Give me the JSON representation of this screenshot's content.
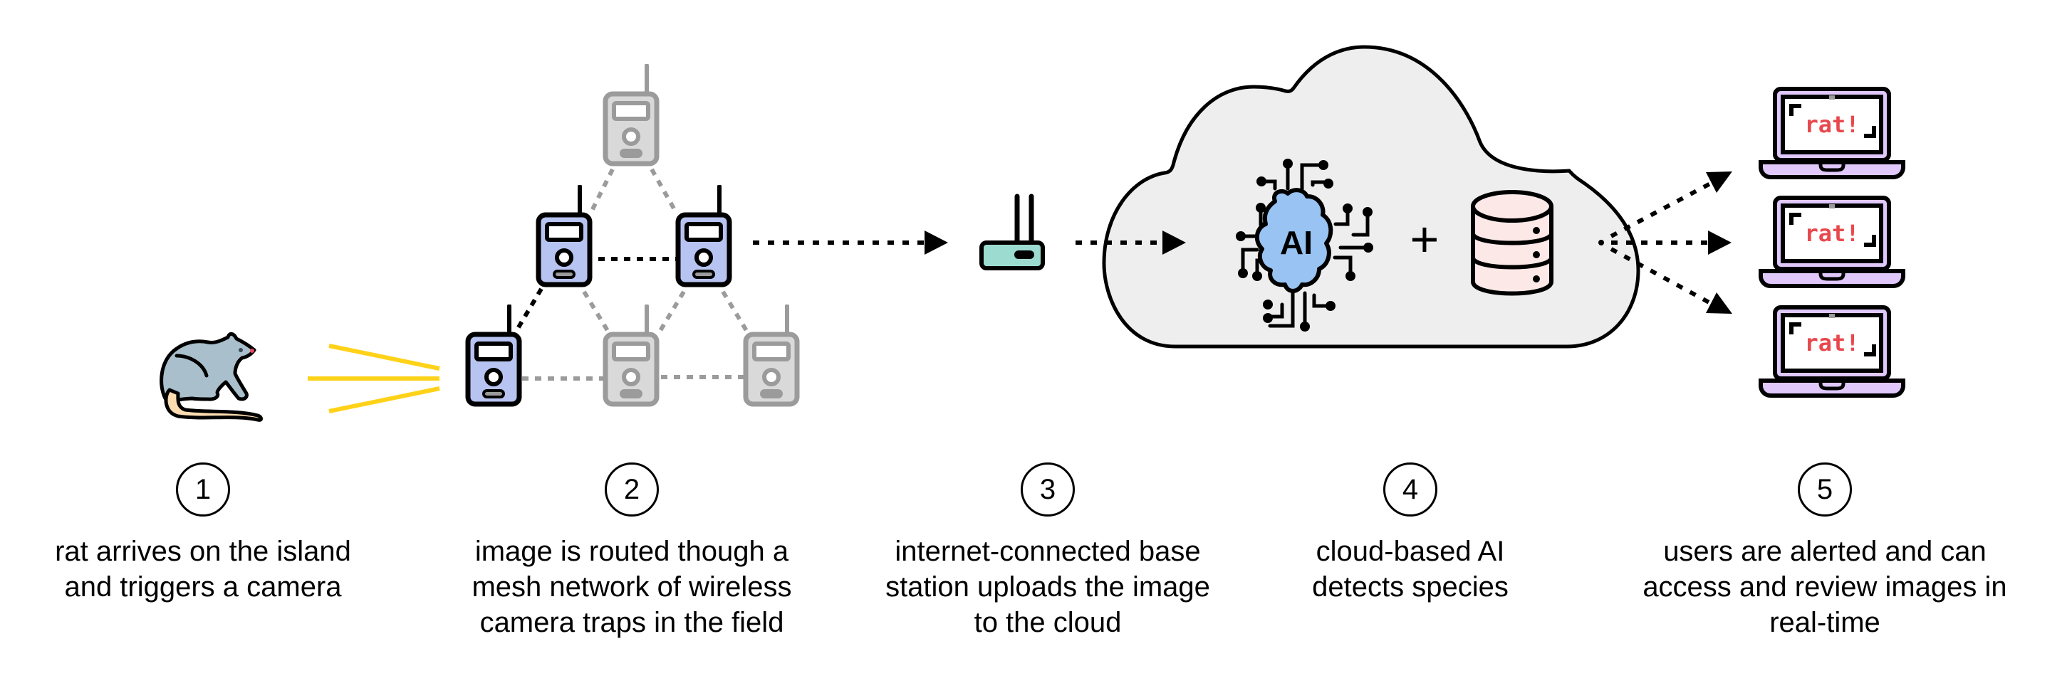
{
  "colors": {
    "camera_active_fill": "#b7c3f0",
    "camera_inactive_fill": "#d9d9d9",
    "camera_inactive_stroke": "#9b9b9b",
    "trigger_rays": "#ffd21a",
    "router_fill": "#9cdbd0",
    "cloud_fill": "#eeeeee",
    "ai_brain_fill": "#98c3f2",
    "database_fill": "#fde8e8",
    "laptop_fill": "#e0c8fb",
    "alert_text": "#e8474c",
    "rat_body": "#a9bfcc",
    "rat_tail": "#fbdcb0"
  },
  "icons": {
    "rat": "rat-icon",
    "camera": "camera-trap-icon",
    "router": "base-station-router-icon",
    "cloud": "cloud-icon",
    "ai": "ai-brain-icon",
    "database": "database-icon",
    "laptop": "laptop-icon"
  },
  "ai_label": "AI",
  "plus_label": "+",
  "laptops": [
    {
      "alert": "rat!"
    },
    {
      "alert": "rat!"
    },
    {
      "alert": "rat!"
    }
  ],
  "steps": [
    {
      "number": "1",
      "lines": [
        "rat arrives on the island",
        "and triggers a camera"
      ]
    },
    {
      "number": "2",
      "lines": [
        "image is routed though a",
        "mesh network of wireless",
        "camera traps in the field"
      ]
    },
    {
      "number": "3",
      "lines": [
        "internet-connected base",
        "station uploads the image",
        "to the cloud"
      ]
    },
    {
      "number": "4",
      "lines": [
        "cloud-based AI",
        "detects species"
      ]
    },
    {
      "number": "5",
      "lines": [
        "users are alerted and can",
        "access and review images in",
        "real-time"
      ]
    }
  ]
}
